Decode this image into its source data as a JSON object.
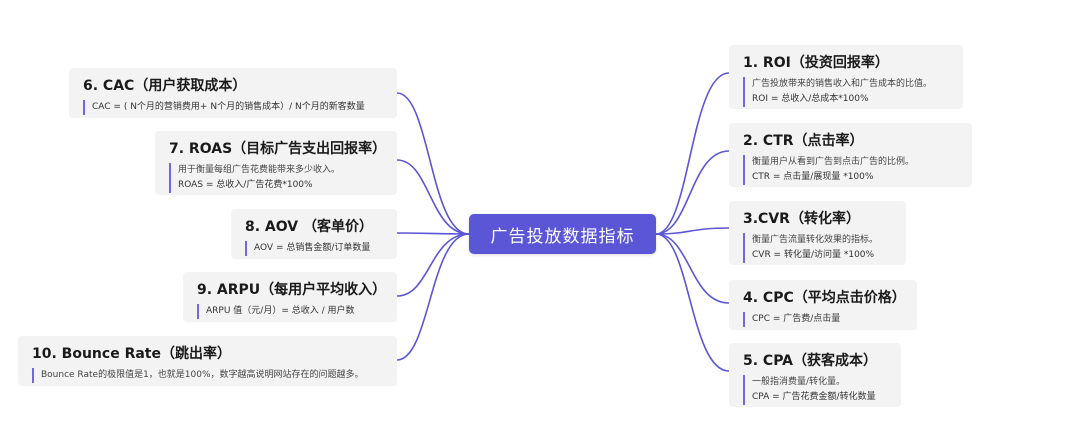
{
  "center": {
    "label": "广告投放数据指标"
  },
  "nodes": [
    {
      "title": "1. ROI（投资回报率）",
      "lines": [
        "广告投放带来的销售收入和广告成本的比值。",
        "ROI = 总收入/总成本*100%"
      ]
    },
    {
      "title": "2. CTR（点击率）",
      "lines": [
        "衡量用户从看到广告到点击广告的比例。",
        "CTR = 点击量/展现量 *100%"
      ]
    },
    {
      "title": "3.CVR（转化率）",
      "lines": [
        "衡量广告流量转化效果的指标。",
        "CVR = 转化量/访问量 *100%"
      ]
    },
    {
      "title": "4. CPC（平均点击价格）",
      "lines": [
        "CPC = 广告费/点击量"
      ]
    },
    {
      "title": "5. CPA（获客成本）",
      "lines": [
        "一般指消费量/转化量。",
        "CPA = 广告花费金额/转化数量"
      ]
    },
    {
      "title": "6. CAC（用户获取成本）",
      "lines": [
        "CAC = ( N个月的营销费用+ N个月的销售成本）/ N个月的新客数量"
      ]
    },
    {
      "title": "7. ROAS（目标广告支出回报率）",
      "lines": [
        "用于衡量每组广告花费能带来多少收入。",
        "ROAS = 总收入/广告花费*100%"
      ]
    },
    {
      "title": "8. AOV （客单价）",
      "lines": [
        "AOV = 总销售金额/订单数量"
      ]
    },
    {
      "title": "9. ARPU（每用户平均收入）",
      "lines": [
        "ARPU 值（元/月）= 总收入 / 用户数"
      ]
    },
    {
      "title": "10. Bounce Rate（跳出率）",
      "lines": [
        "Bounce Rate的极限值是1，也就是100%，数字越高说明网站存在的问题越多。"
      ]
    }
  ],
  "colors": {
    "center_fill": "#5a56d6",
    "connector": "#5a56d6",
    "accent_bar": "#6d69e0",
    "node_fill": "#f3f3f4"
  }
}
